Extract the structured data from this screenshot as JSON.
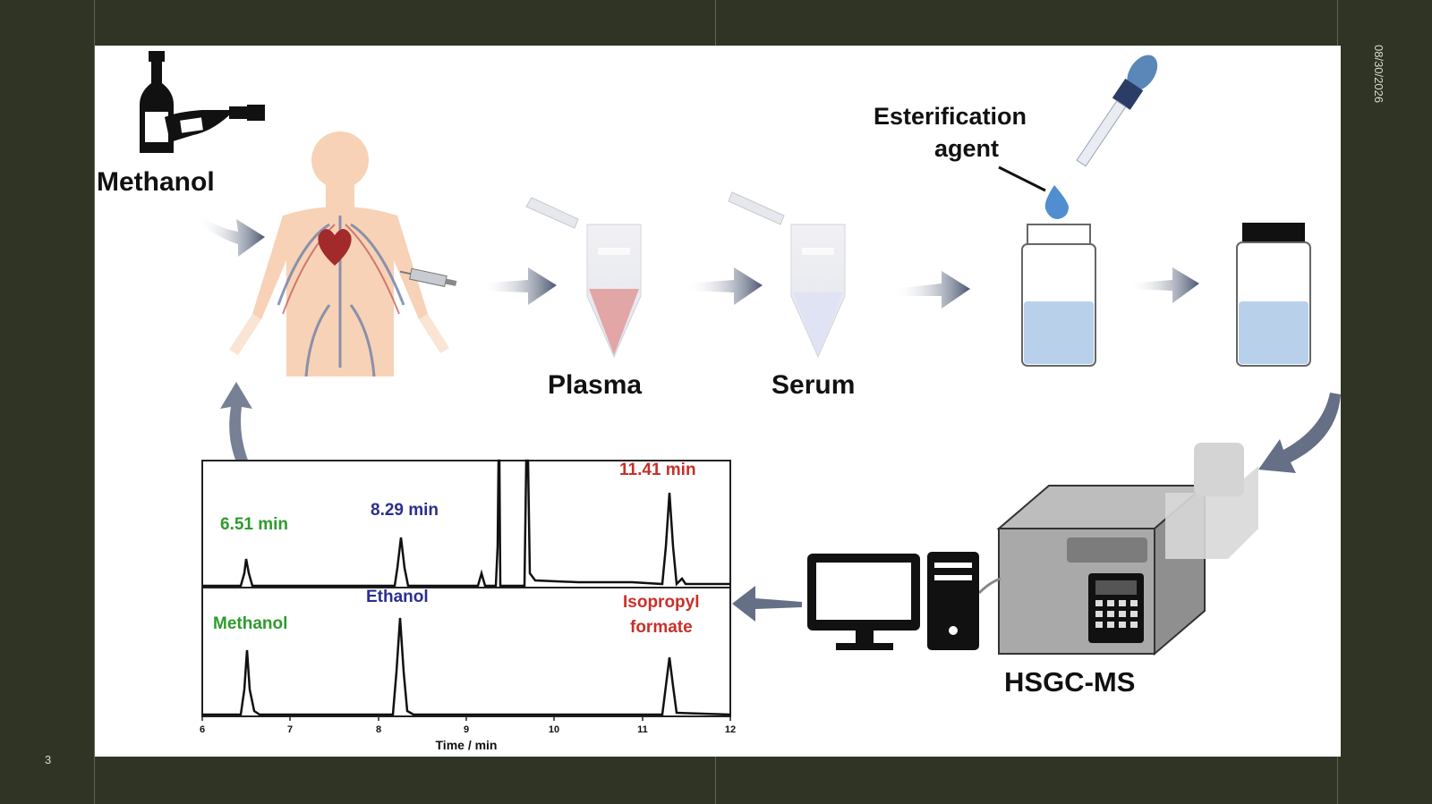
{
  "slide": {
    "date": "08/30/2026",
    "page_number": "3"
  },
  "labels": {
    "methanol": "Methanol",
    "plasma": "Plasma",
    "serum": "Serum",
    "esterification_line1": "Esterification",
    "esterification_line2": "agent",
    "instrument": "HSGC-MS"
  },
  "chromatogram": {
    "top_peaks": {
      "methanol_time": "6.51 min",
      "ethanol_time": "8.29 min",
      "isopropyl_formate_time": "11.41 min"
    },
    "bottom_peaks": {
      "methanol": "Methanol",
      "ethanol": "Ethanol",
      "isopropyl_line1": "Isopropyl",
      "isopropyl_line2": "formate"
    },
    "x_ticks": [
      "6",
      "7",
      "8",
      "9",
      "10",
      "11",
      "12"
    ],
    "x_label": "Time / min"
  },
  "colors": {
    "background": "#2f3425",
    "methanol": "#2e9b2e",
    "ethanol": "#2b2f8f",
    "isopropyl_formate": "#c8302a",
    "arrow": "#4a5670"
  }
}
